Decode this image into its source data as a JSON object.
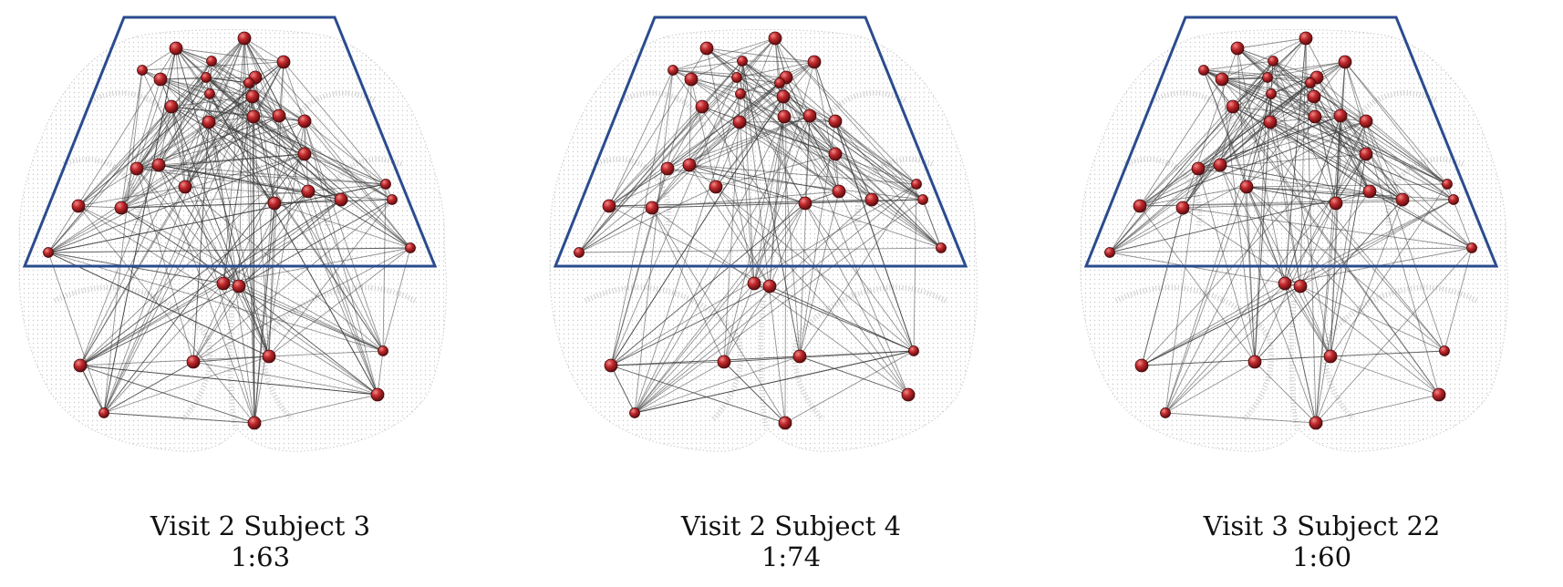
{
  "colors": {
    "node": "#c0282b",
    "node_highlight": "#f08a8a",
    "edge": "#3a3a3a",
    "outline": "#2b4b8f",
    "brain_mesh": "#c9c9c9"
  },
  "panels": [
    {
      "title": "Visit 2 Subject 3",
      "ratio": "1:63"
    },
    {
      "title": "Visit 2 Subject 4",
      "ratio": "1:74"
    },
    {
      "title": "Visit 3 Subject 22",
      "ratio": "1:60"
    }
  ]
}
